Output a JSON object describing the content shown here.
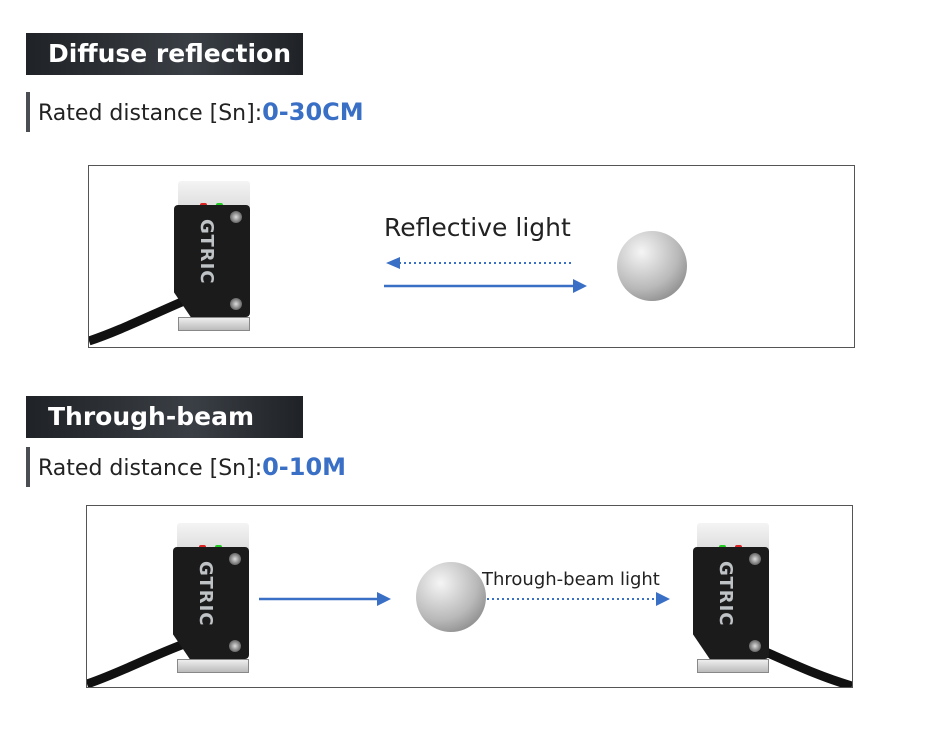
{
  "sections": [
    {
      "title": "Diffuse reflection",
      "rated_label": "Rated distance [Sn]:",
      "rated_value": "0-30CM",
      "light_label": "Reflective light"
    },
    {
      "title": "Through-beam",
      "rated_label": "Rated distance [Sn]:",
      "rated_value": "0-10M",
      "light_label": "Through-beam light"
    }
  ],
  "sensor_brand": "GTRIC",
  "colors": {
    "accent": "#3a6fc6",
    "title_bg": "#2a2e33"
  }
}
